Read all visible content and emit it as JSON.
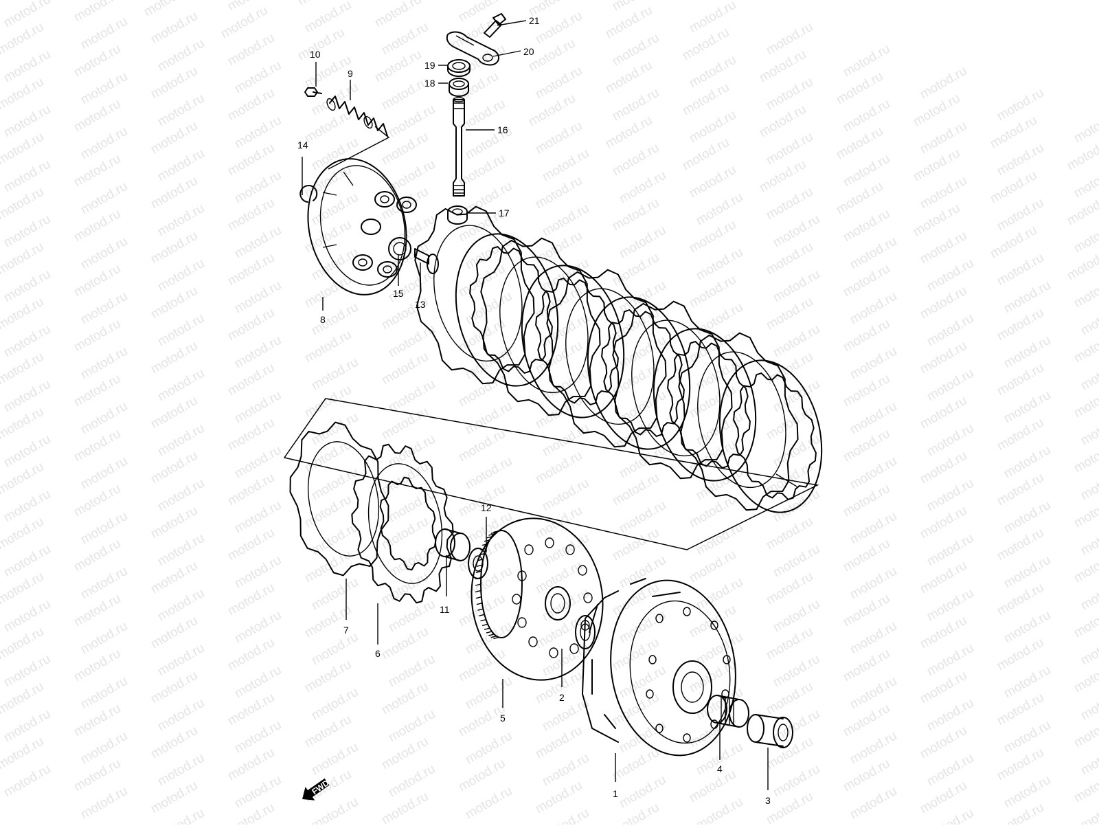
{
  "diagram": {
    "watermark_text": "motod.ru",
    "direction_badge": "FWD",
    "callouts": [
      {
        "id": "c1",
        "label": "1"
      },
      {
        "id": "c2",
        "label": "2"
      },
      {
        "id": "c3",
        "label": "3"
      },
      {
        "id": "c4",
        "label": "4"
      },
      {
        "id": "c5",
        "label": "5"
      },
      {
        "id": "c6",
        "label": "6"
      },
      {
        "id": "c7",
        "label": "7"
      },
      {
        "id": "c8",
        "label": "8"
      },
      {
        "id": "c9",
        "label": "9"
      },
      {
        "id": "c10",
        "label": "10"
      },
      {
        "id": "c11",
        "label": "11"
      },
      {
        "id": "c12",
        "label": "12"
      },
      {
        "id": "c13",
        "label": "13"
      },
      {
        "id": "c14",
        "label": "14"
      },
      {
        "id": "c15",
        "label": "15"
      },
      {
        "id": "c16",
        "label": "16"
      },
      {
        "id": "c17",
        "label": "17"
      },
      {
        "id": "c18",
        "label": "18"
      },
      {
        "id": "c19",
        "label": "19"
      },
      {
        "id": "c20",
        "label": "20"
      },
      {
        "id": "c21",
        "label": "21"
      }
    ]
  }
}
